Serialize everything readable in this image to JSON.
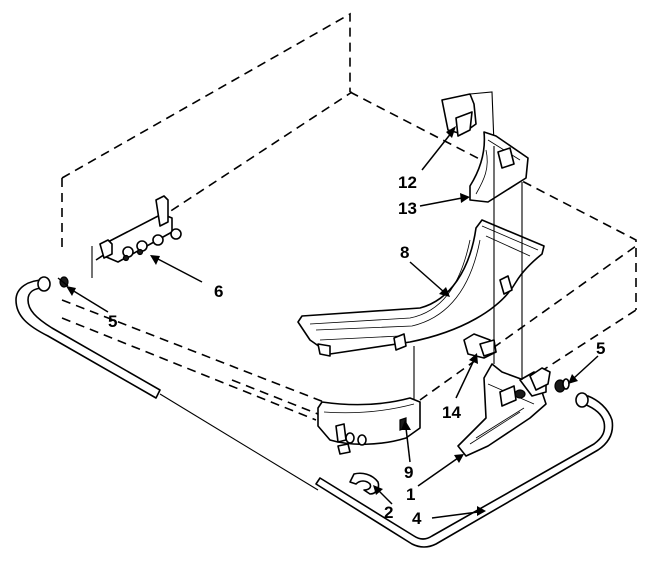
{
  "callouts": {
    "c12": "12",
    "c13": "13",
    "c8": "8",
    "c6": "6",
    "c5_left": "5",
    "c5_right": "5",
    "c14": "14",
    "c9": "9",
    "c1": "1",
    "c2": "2",
    "c4": "4"
  }
}
